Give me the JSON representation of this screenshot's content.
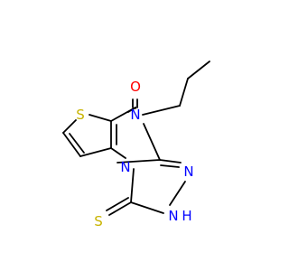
{
  "atoms": {
    "oxygen": {
      "label": "O",
      "color": "#FF0000"
    },
    "ring_s": {
      "label": "S",
      "color": "#C8B400"
    },
    "thione_s": {
      "label": "S",
      "color": "#C8B400"
    },
    "n_propyl": {
      "label": "N",
      "color": "#0000FF"
    },
    "n_bridge": {
      "label": "N",
      "color": "#0000FF"
    },
    "n_triazole": {
      "label": "N",
      "color": "#0000FF"
    },
    "nh": {
      "label": "N",
      "color": "#0000FF"
    },
    "h": {
      "label": "H",
      "color": "#0000FF"
    }
  },
  "bond_color": "#000000"
}
